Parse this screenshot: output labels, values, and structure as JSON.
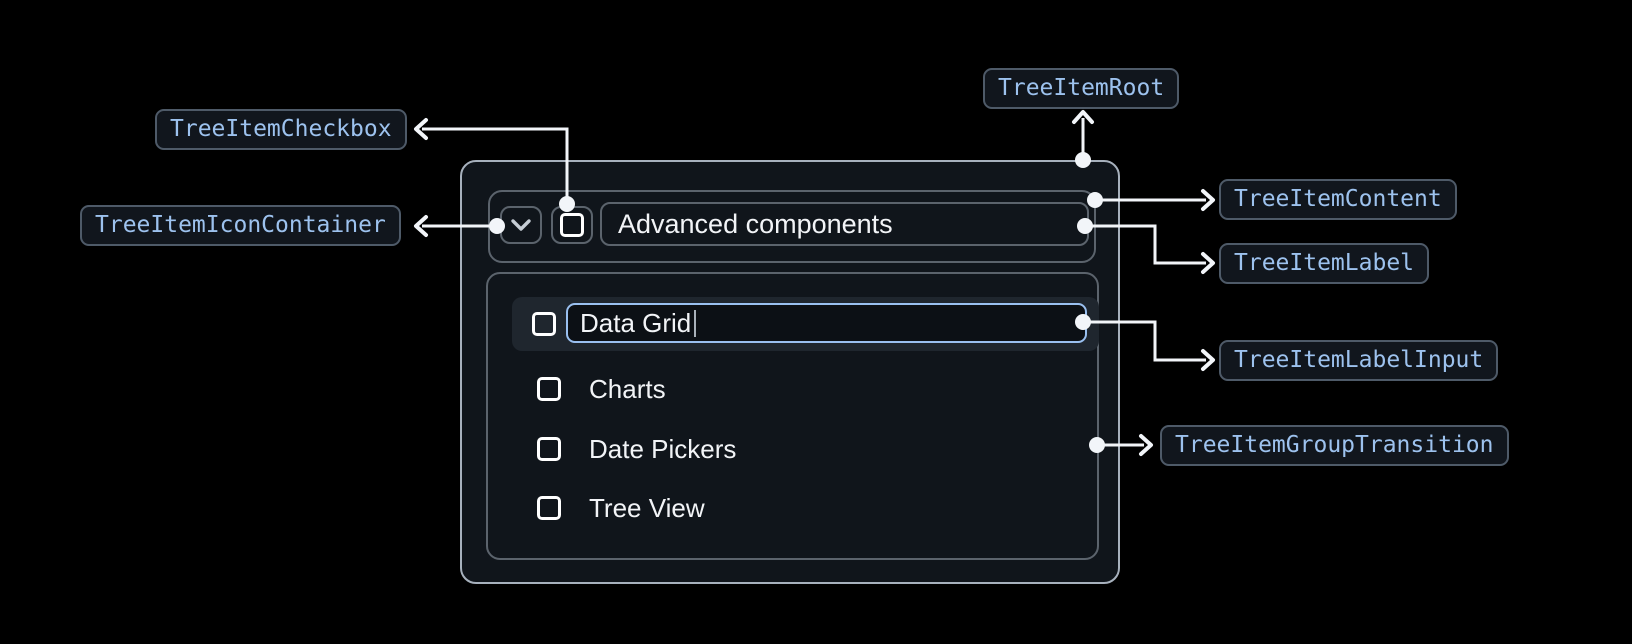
{
  "colors": {
    "background": "#000000",
    "card_fill": "#10151b",
    "card_border": "#a7b1bd",
    "inner_border": "#5b636c",
    "row_selected_fill": "#1f262e",
    "input_border": "#9ac0f0",
    "input_fill": "#0c1015",
    "text_primary": "#f2f4f7",
    "badge_text": "#9dc2ee",
    "badge_fill": "#11161d",
    "badge_border": "#4e5a68",
    "connector": "#f2f5f9",
    "checkbox_border": "#ffffff"
  },
  "tree": {
    "parent_label": "Advanced components",
    "items": [
      {
        "label": "Data Grid",
        "editing": true
      },
      {
        "label": "Charts",
        "editing": false
      },
      {
        "label": "Date Pickers",
        "editing": false
      },
      {
        "label": "Tree View",
        "editing": false
      }
    ]
  },
  "annotations": {
    "root": "TreeItemRoot",
    "checkbox": "TreeItemCheckbox",
    "icon_container": "TreeItemIconContainer",
    "content": "TreeItemContent",
    "label": "TreeItemLabel",
    "label_input": "TreeItemLabelInput",
    "group_transition": "TreeItemGroupTransition"
  }
}
